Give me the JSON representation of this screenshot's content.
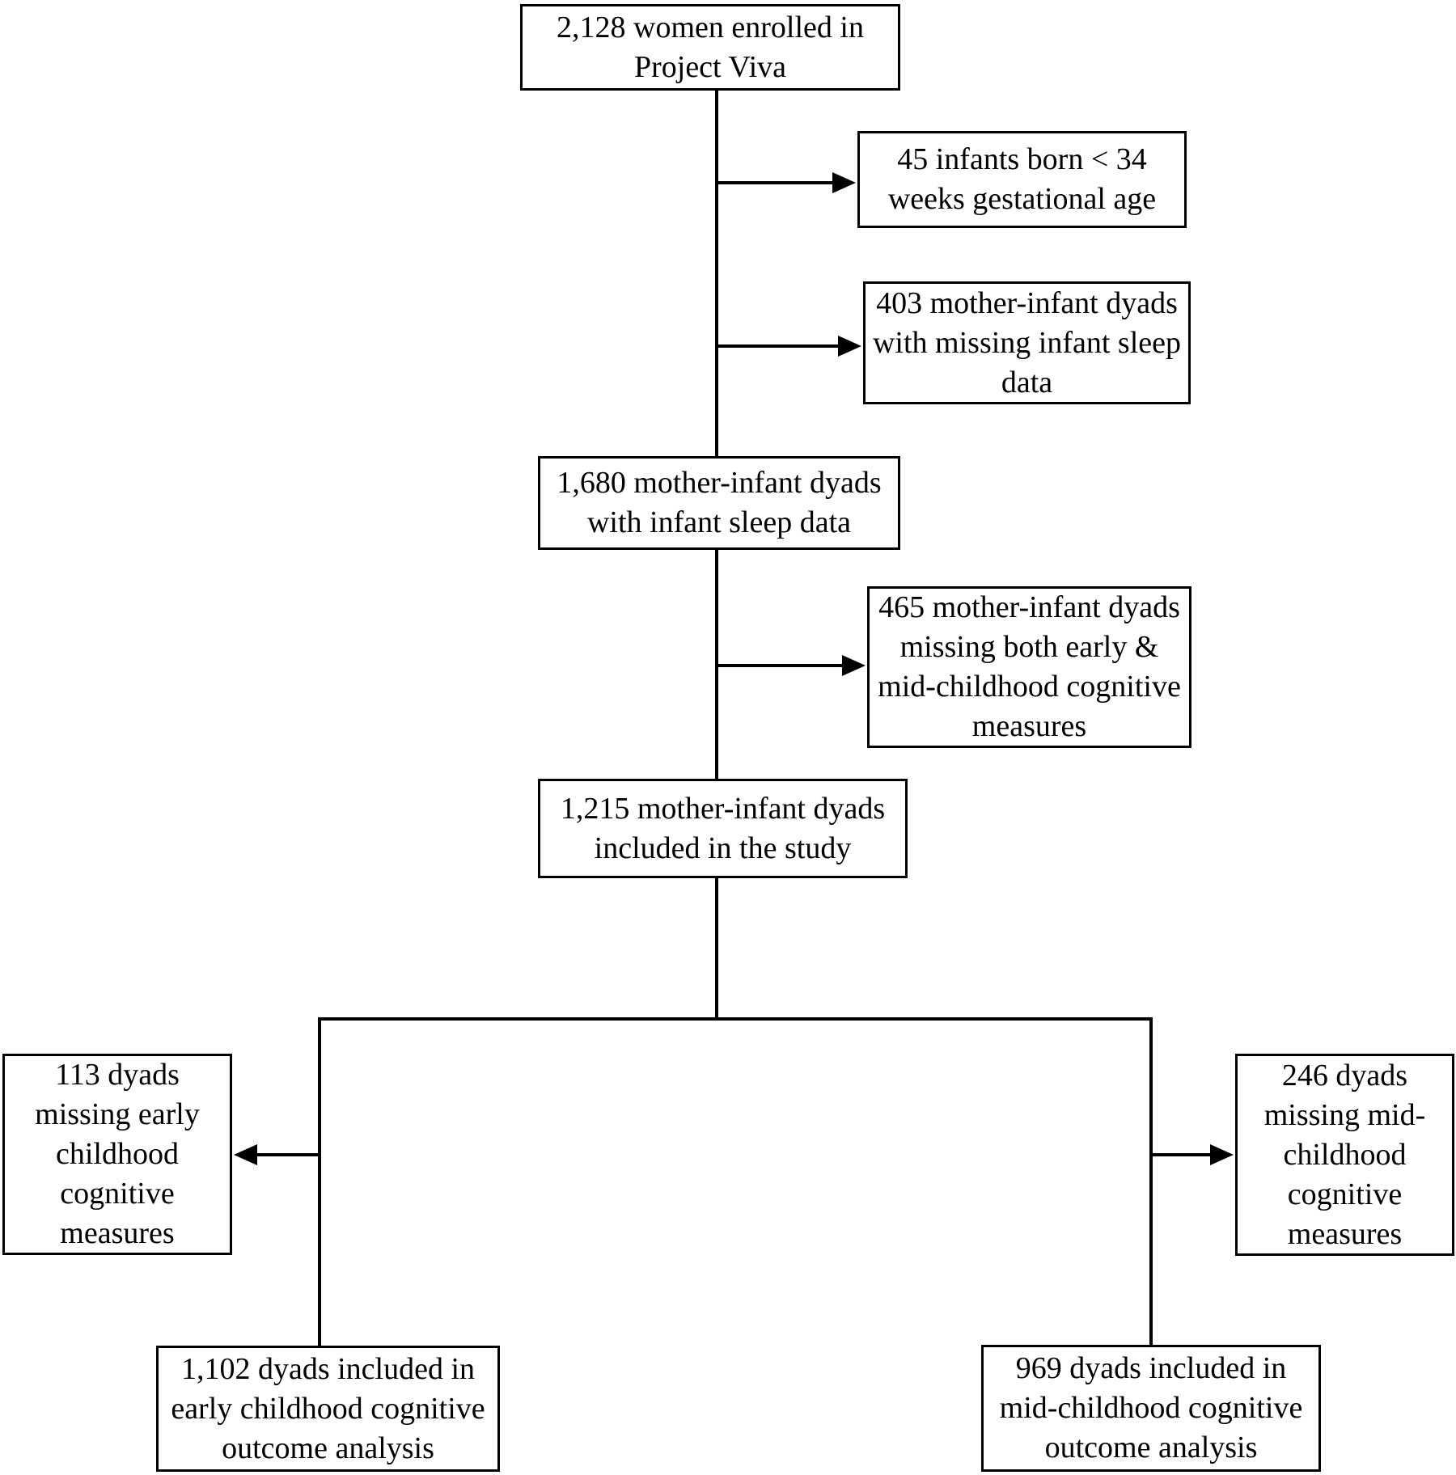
{
  "diagram": {
    "type": "flowchart",
    "background_color": "#ffffff",
    "line_color": "#000000",
    "boxes": {
      "enrolled": {
        "text": "2,128 women enrolled in\nProject Viva"
      },
      "excluded_preterm": {
        "text": "45 infants born < 34\nweeks gestational age"
      },
      "excluded_missing_sleep": {
        "text": "403 mother-infant dyads\nwith missing infant sleep\ndata"
      },
      "with_sleep_data": {
        "text": "1,680 mother-infant dyads\nwith infant sleep data"
      },
      "excluded_missing_both": {
        "text": "465 mother-infant dyads\nmissing both early &\nmid-childhood cognitive\nmeasures"
      },
      "included_study": {
        "text": "1,215 mother-infant dyads\nincluded in the study"
      },
      "missing_early": {
        "text": "113 dyads\nmissing early\nchildhood\ncognitive\nmeasures"
      },
      "missing_mid": {
        "text": "246 dyads\nmissing mid-\nchildhood\ncognitive\nmeasures"
      },
      "early_analysis": {
        "text": "1,102 dyads included in\nearly childhood cognitive\noutcome analysis"
      },
      "mid_analysis": {
        "text": "969 dyads included in\nmid-childhood cognitive\noutcome analysis"
      }
    }
  }
}
